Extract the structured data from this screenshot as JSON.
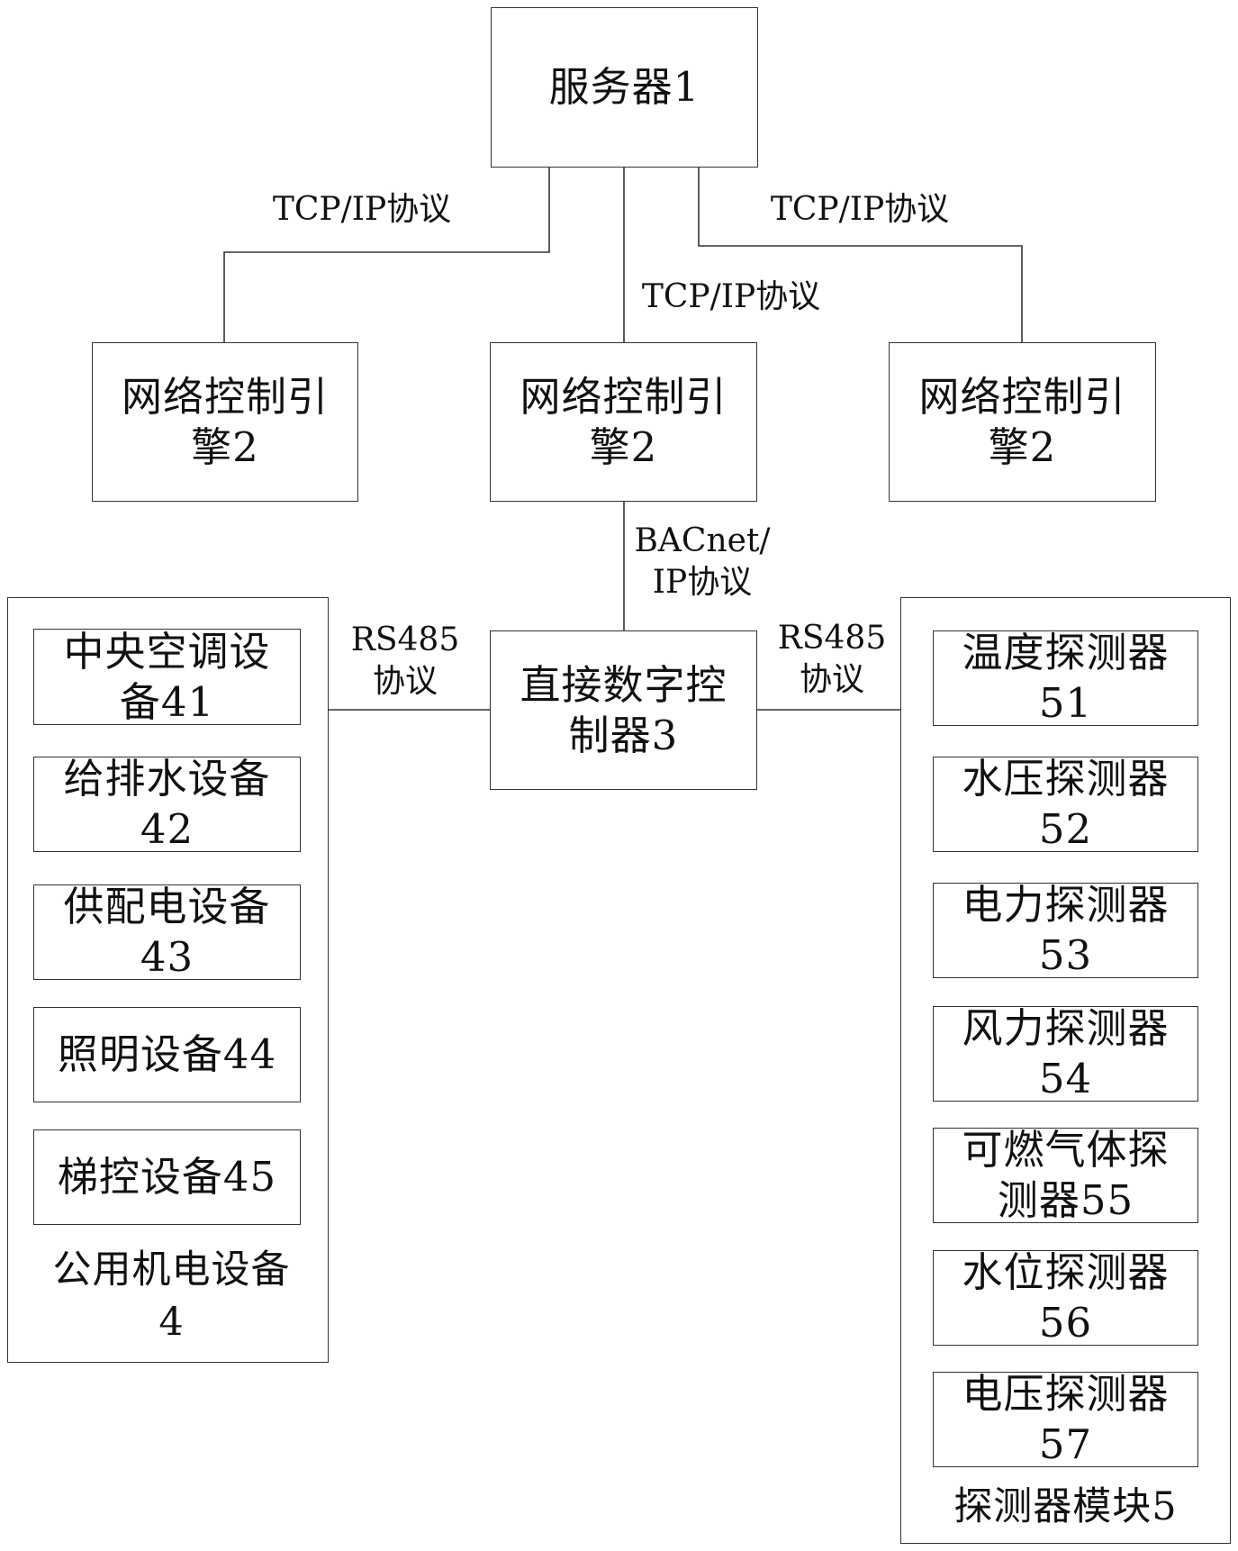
{
  "server": {
    "label": "服务器1"
  },
  "engines": [
    {
      "label": "网络控制引\n擎2"
    },
    {
      "label": "网络控制引\n擎2"
    },
    {
      "label": "网络控制引\n擎2"
    }
  ],
  "controller": {
    "label": "直接数字控\n制器3"
  },
  "edges": {
    "tcp_left": "TCP/IP协议",
    "tcp_mid": "TCP/IP协议",
    "tcp_right": "TCP/IP协议",
    "bacnet": "BACnet/\nIP协议",
    "rs485_left": "RS485\n协议",
    "rs485_right": "RS485\n协议"
  },
  "equipment_group": {
    "label": "公用机电设备\n4",
    "items": [
      {
        "label": "中央空调设\n备41"
      },
      {
        "label": "给排水设备\n42"
      },
      {
        "label": "供配电设备\n43"
      },
      {
        "label": "照明设备44"
      },
      {
        "label": "梯控设备45"
      }
    ]
  },
  "detector_group": {
    "label": "探测器模块5",
    "items": [
      {
        "label": "温度探测器\n51"
      },
      {
        "label": "水压探测器\n52"
      },
      {
        "label": "电力探测器\n53"
      },
      {
        "label": "风力探测器\n54"
      },
      {
        "label": "可燃气体探\n测器55"
      },
      {
        "label": "水位探测器\n56"
      },
      {
        "label": "电压探测器\n57"
      }
    ]
  }
}
